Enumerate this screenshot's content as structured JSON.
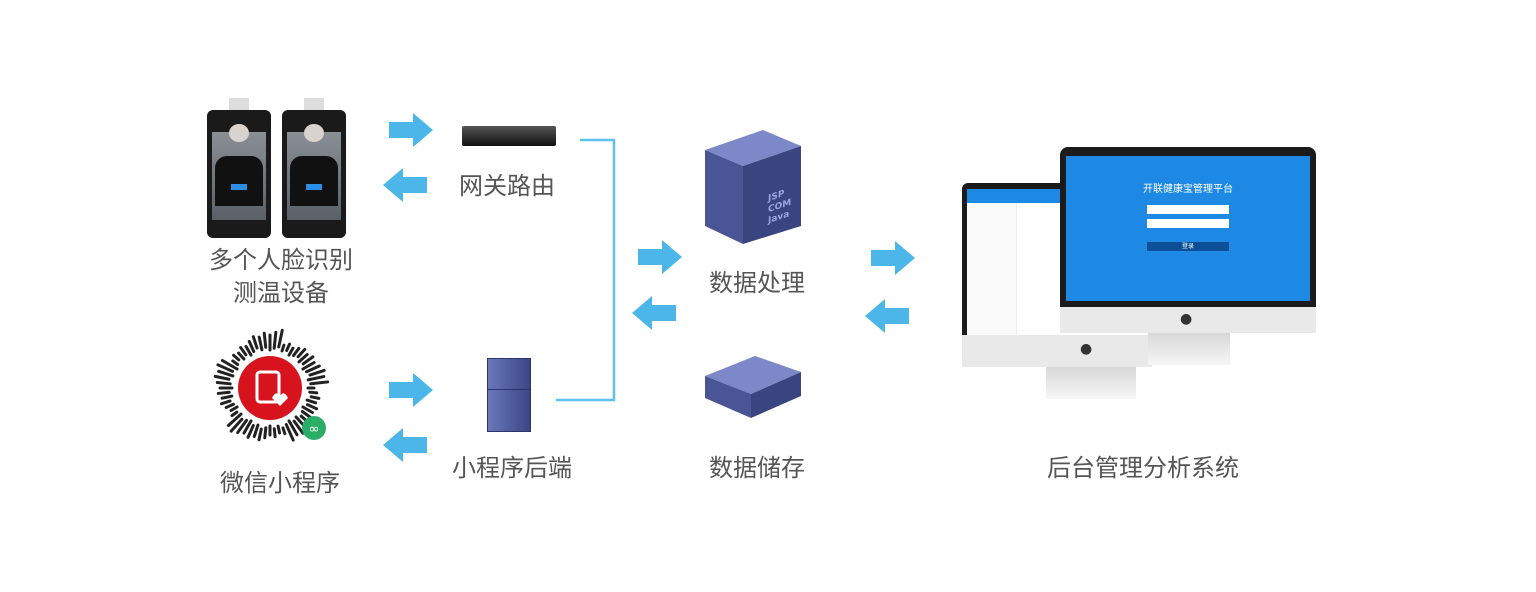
{
  "nodes": {
    "face_devices": {
      "label_line1": "多个人脸识别",
      "label_line2": "测温设备"
    },
    "mini_program": {
      "label": "微信小程序"
    },
    "gateway": {
      "label": "网关路由"
    },
    "backend": {
      "label": "小程序后端"
    },
    "processing": {
      "label": "数据处理",
      "server_text": "JSP COM Java"
    },
    "storage": {
      "label": "数据储存"
    },
    "admin": {
      "label": "后台管理分析系统",
      "screen_title": "开联健康宝管理平台",
      "login_button": "登录"
    }
  },
  "colors": {
    "arrow": "#4cb6e8",
    "line": "#5ec0ec",
    "label": "#555555",
    "screen_blue": "#1e88e5",
    "server": "#4a5596"
  }
}
